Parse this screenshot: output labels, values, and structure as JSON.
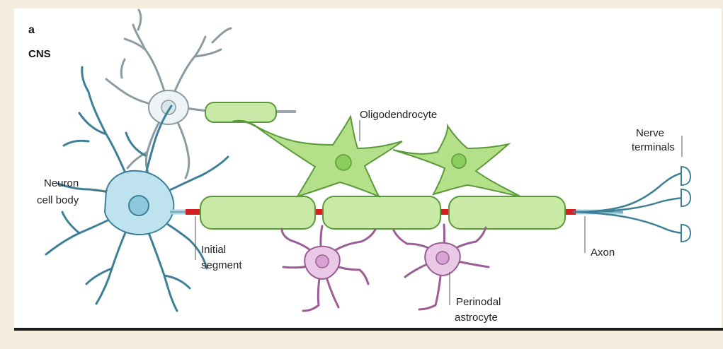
{
  "figure": {
    "panel_letter": "a",
    "panel_title": "CNS"
  },
  "labels": {
    "oligodendrocyte": "Oligodendrocyte",
    "nerve_terminals": [
      "Nerve",
      "terminals"
    ],
    "neuron_cell_body": [
      "Neuron",
      "cell body"
    ],
    "initial_segment": [
      "Initial",
      "segment"
    ],
    "axon": "Axon",
    "perinodal_astrocyte": [
      "Perinodal",
      "astrocyte"
    ]
  },
  "colors": {
    "background": "#f4ecdd",
    "neuron_fill": "#bfe3ee",
    "neuron_stroke": "#3d7f96",
    "myelin_fill": "#c9eaa6",
    "myelin_stroke": "#5a9a3a",
    "node_red": "#d42020",
    "astrocyte_fill": "#e9c9e6",
    "astrocyte_stroke": "#9a5d95",
    "second_neuron_fill": "#eef3f5",
    "second_neuron_stroke": "#8a9ba3"
  }
}
